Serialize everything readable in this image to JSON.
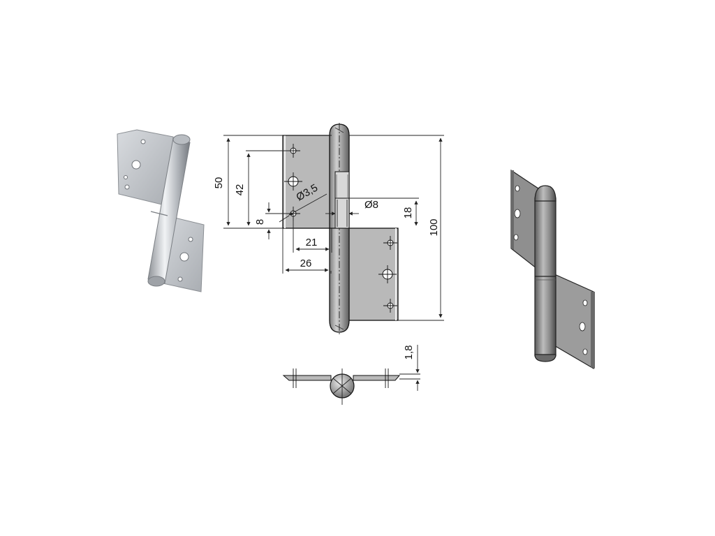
{
  "dimensions": {
    "leaf_height": "50",
    "hole_span": "42",
    "hole_offset": "8",
    "hole_diameter": "Ø3,5",
    "pin_diameter": "Ø8",
    "pin_length": "18",
    "hinge_length": "100",
    "hole_column_offset": "21",
    "leaf_width": "26",
    "thickness": "1,8"
  },
  "colors": {
    "leaf_face": "#b9b9b9",
    "leaf_light": "#dcdcdc",
    "knuckle_dark": "#6f6f6f",
    "line": "#111111",
    "steel_photo": "#c4c7cb",
    "steel_render": "#9a9a9a"
  }
}
